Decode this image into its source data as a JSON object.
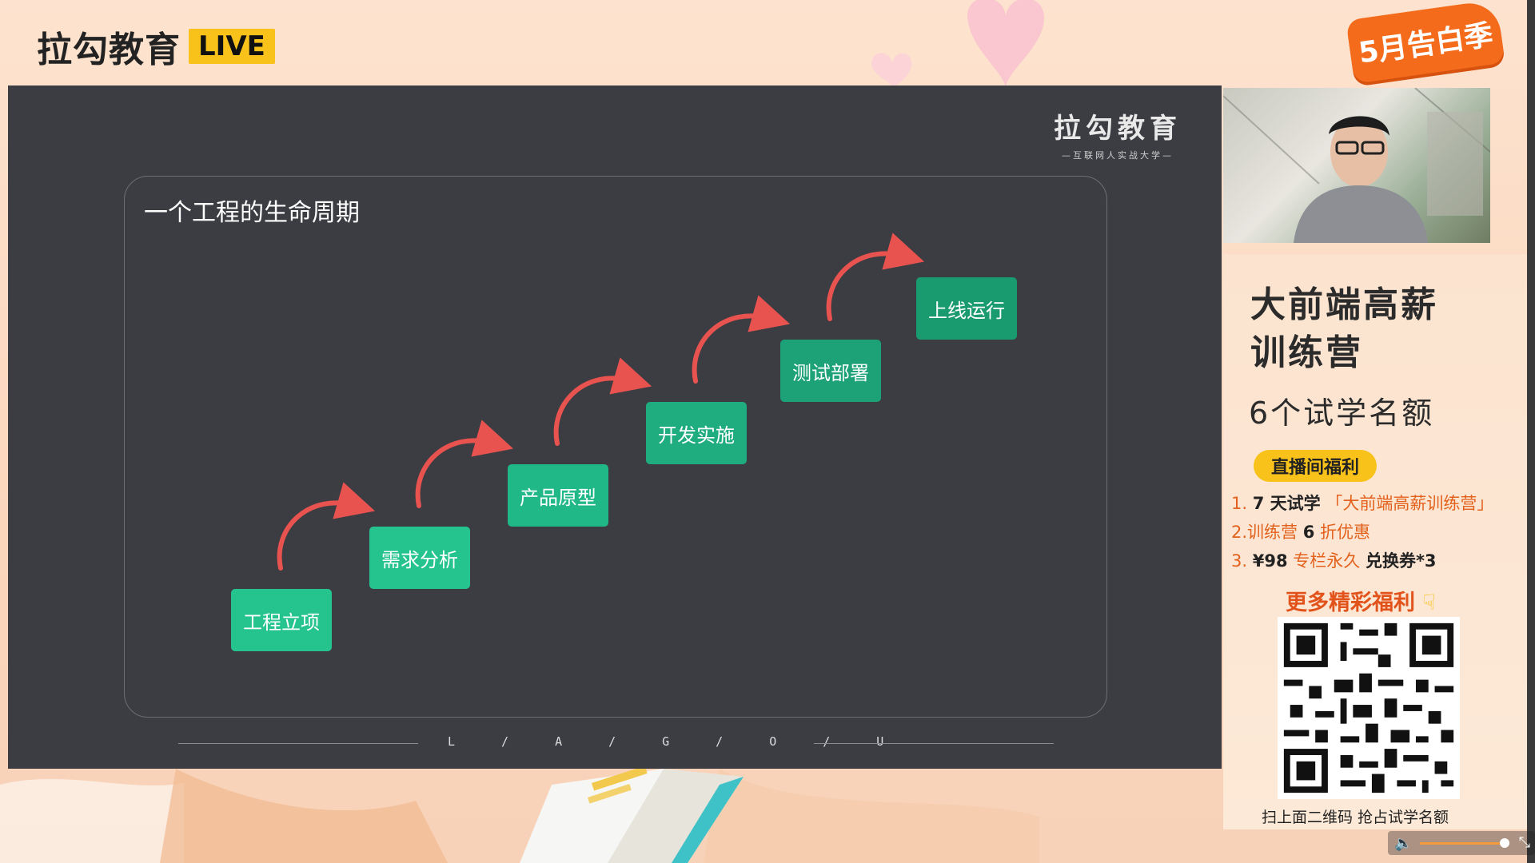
{
  "header": {
    "brand": "拉勾教育",
    "live": "LIVE",
    "campaign": "5月告白季"
  },
  "slide": {
    "logo_main": "拉勾教育",
    "logo_sub": "—互联网人实战大学—",
    "title": "一个工程的生命周期",
    "steps": [
      "工程立项",
      "需求分析",
      "产品原型",
      "开发实施",
      "测试部署",
      "上线运行"
    ],
    "footer_letters": [
      "L",
      "/",
      "A",
      "/",
      "G",
      "/",
      "O",
      "/",
      "U"
    ],
    "colors": {
      "bg": "#3c3d43",
      "step": "#25c48e",
      "step_dark": "#1a9a6f",
      "arrow": "#e8524f"
    }
  },
  "promo": {
    "title_line1": "大前端高薪",
    "title_line2": "训练营",
    "subtitle": "6个试学名额",
    "welfare_badge": "直播间福利",
    "benefit1_num": "1.",
    "benefit1_a": "7 天试学",
    "benefit1_b": "「大前端高薪训练营」",
    "benefit2_a": "2.训练营",
    "benefit2_b": "6",
    "benefit2_c": "折优惠",
    "benefit3_num": "3.",
    "benefit3_a": "¥98",
    "benefit3_b": "专栏永久",
    "benefit3_c": "兑换券*3",
    "more": "更多精彩福利",
    "scan": "扫上面二维码  抢占试学名额"
  },
  "controls": {
    "volume_icon": "speaker-icon",
    "fullscreen_icon": "exit-fullscreen-icon",
    "volume_level": 0.85
  }
}
